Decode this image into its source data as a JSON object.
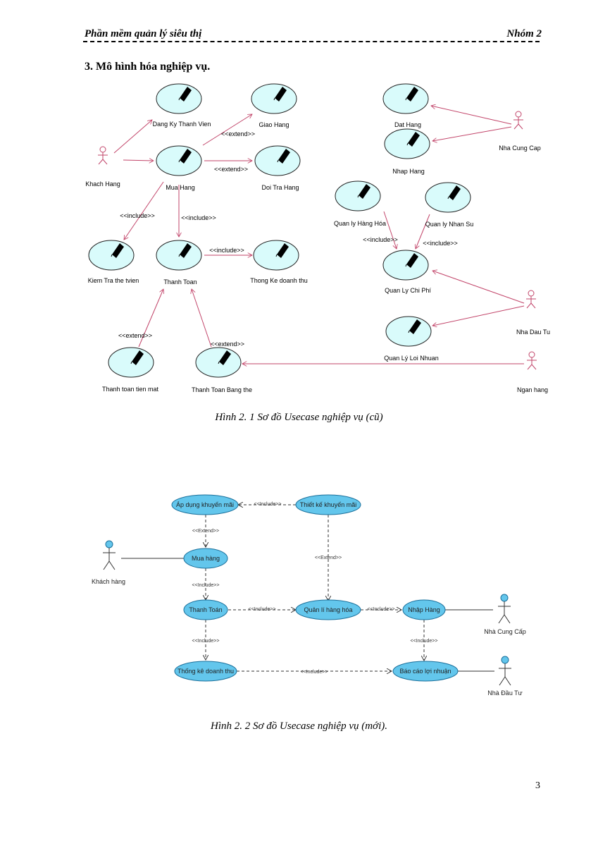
{
  "header": {
    "left": "Phần mềm quản lý siêu thị",
    "right": "Nhóm 2"
  },
  "section_title": "3. Mô hình hóa nghiệp vụ.",
  "diagram_old": {
    "usecases": {
      "dang_ky": "Dang Ky Thanh Vien",
      "giao_hang": "Giao Hang",
      "mua_hang": "Mua Hang",
      "doi_tra": "Doi Tra Hang",
      "kiem_tra": "Kiem Tra the tvien",
      "thanh_toan": "Thanh Toan",
      "thong_ke": "Thong Ke doanh thu",
      "tt_tien_mat": "Thanh toan tien mat",
      "tt_bang_the": "Thanh Toan Bang the",
      "dat_hang": "Dat Hang",
      "nhap_hang": "Nhap Hang",
      "ql_hang_hoa": "Quan ly Hàng Hóa",
      "ql_nhan_su": "Quan ly Nhan Su",
      "ql_chi_phi": "Quan Ly Chi Phí",
      "ql_loi_nhuan": "Quan Lý Loi Nhuan"
    },
    "actors": {
      "khach_hang": "Khach Hang",
      "nha_cung_cap": "Nha Cung Cap",
      "nha_dau_tu": "Nha Dau Tu",
      "ngan_hang": "Ngan hang"
    },
    "rel": {
      "extend": "<<extend>>",
      "include": "<<include>>"
    }
  },
  "caption1": "Hình 2. 1 Sơ đồ Usecase nghiệp vụ (cũ)",
  "diagram_new": {
    "usecases": {
      "ap_dung": "Áp dụng khuyến mãi",
      "thiet_ke": "Thiết kế khuyến mãi",
      "mua_hang": "Mua hàng",
      "thanh_toan": "Thanh Toán",
      "quan_li": "Quản lí hàng hóa",
      "nhap_hang": "Nhập Hàng",
      "thong_ke": "Thống kê doanh thu",
      "bao_cao": "Báo cáo lợi nhuận"
    },
    "actors": {
      "khach_hang": "Khách hàng",
      "nha_cung_cap": "Nhà Cung Cấp",
      "nha_dau_tu": "Nhà Đầu Tư"
    },
    "rel": {
      "include": "<<Include>>",
      "extend": "<<Extend>>"
    }
  },
  "caption2": "Hình 2. 2 Sơ đồ Usecase nghiệp vụ (mới).",
  "page_number": "3",
  "colors": {
    "old_usecase_fill": "#d9fbfb",
    "old_link": "#c2456a",
    "new_usecase_fill": "#63c6ec"
  }
}
